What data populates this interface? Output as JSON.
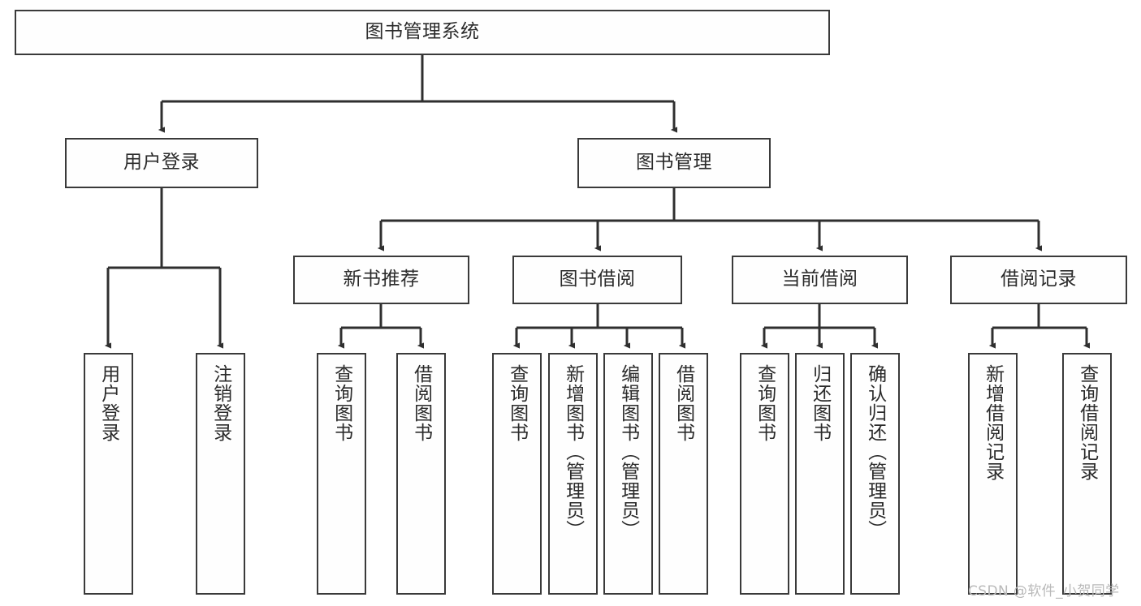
{
  "diagram": {
    "type": "tree-hierarchy-chart",
    "title": "图书管理系统",
    "line_color": "#3a3a3a",
    "box_fill": "#fefefe",
    "text_color": "#2b2b2b",
    "watermark": "CSDN @软件_小贺同学",
    "levels": {
      "root": {
        "label": "图书管理系统"
      },
      "level2": [
        {
          "label": "用户登录"
        },
        {
          "label": "图书管理"
        }
      ],
      "level3": [
        {
          "label": "新书推荐"
        },
        {
          "label": "图书借阅"
        },
        {
          "label": "当前借阅"
        },
        {
          "label": "借阅记录"
        }
      ],
      "leaves": {
        "user_login": [
          {
            "label": "用户登录"
          },
          {
            "label": "注销登录"
          }
        ],
        "new_book_recommend": [
          {
            "label": "查询图书"
          },
          {
            "label": "借阅图书"
          }
        ],
        "book_borrow": [
          {
            "label": "查询图书"
          },
          {
            "label": "新增图书（管理员）"
          },
          {
            "label": "编辑图书（管理员）"
          },
          {
            "label": "借阅图书"
          }
        ],
        "current_borrow": [
          {
            "label": "查询图书"
          },
          {
            "label": "归还图书"
          },
          {
            "label": "确认归还（管理员）"
          }
        ],
        "borrow_record": [
          {
            "label": "新增借阅记录"
          },
          {
            "label": "查询借阅记录"
          }
        ]
      }
    }
  }
}
